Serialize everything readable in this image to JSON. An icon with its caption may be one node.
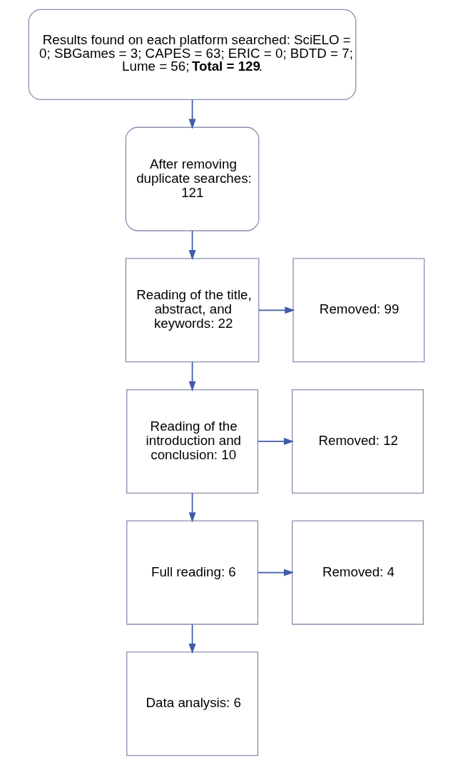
{
  "diagram": {
    "nodes": [
      {
        "text": [
          "Results found on each platform searched: SciELO = 0; SBGames = 3; CAPES = 63; ERIC = 0; BDTD = 7; Lume = 56; **Total = 129**."
        ]
      },
      {
        "text": [
          "After removing duplicate searches: 121"
        ]
      },
      {
        "text": [
          "Reading of the title, abstract, and keywords: 22"
        ]
      },
      {
        "text": [
          "Removed: 99"
        ]
      },
      {
        "text": [
          "Reading of the introduction and conclusion: 10"
        ]
      },
      {
        "text": [
          "Removed: 12"
        ]
      },
      {
        "text": [
          "Full reading: 6"
        ]
      },
      {
        "text": [
          "Removed: 4"
        ]
      },
      {
        "text": [
          "Data analysis: 6"
        ]
      }
    ],
    "edges": [
      {
        "from": 0,
        "to": 1,
        "arrow": "to"
      },
      {
        "from": 1,
        "to": 2,
        "arrow": "to"
      },
      {
        "from": 2,
        "to": 3,
        "arrow": "to"
      },
      {
        "from": 2,
        "to": 4,
        "arrow": "to"
      },
      {
        "from": 4,
        "to": 5,
        "arrow": "to"
      },
      {
        "from": 4,
        "to": 6,
        "arrow": "to"
      },
      {
        "from": 6,
        "to": 7,
        "arrow": "to"
      },
      {
        "from": 6,
        "to": 8,
        "arrow": "to"
      }
    ]
  }
}
